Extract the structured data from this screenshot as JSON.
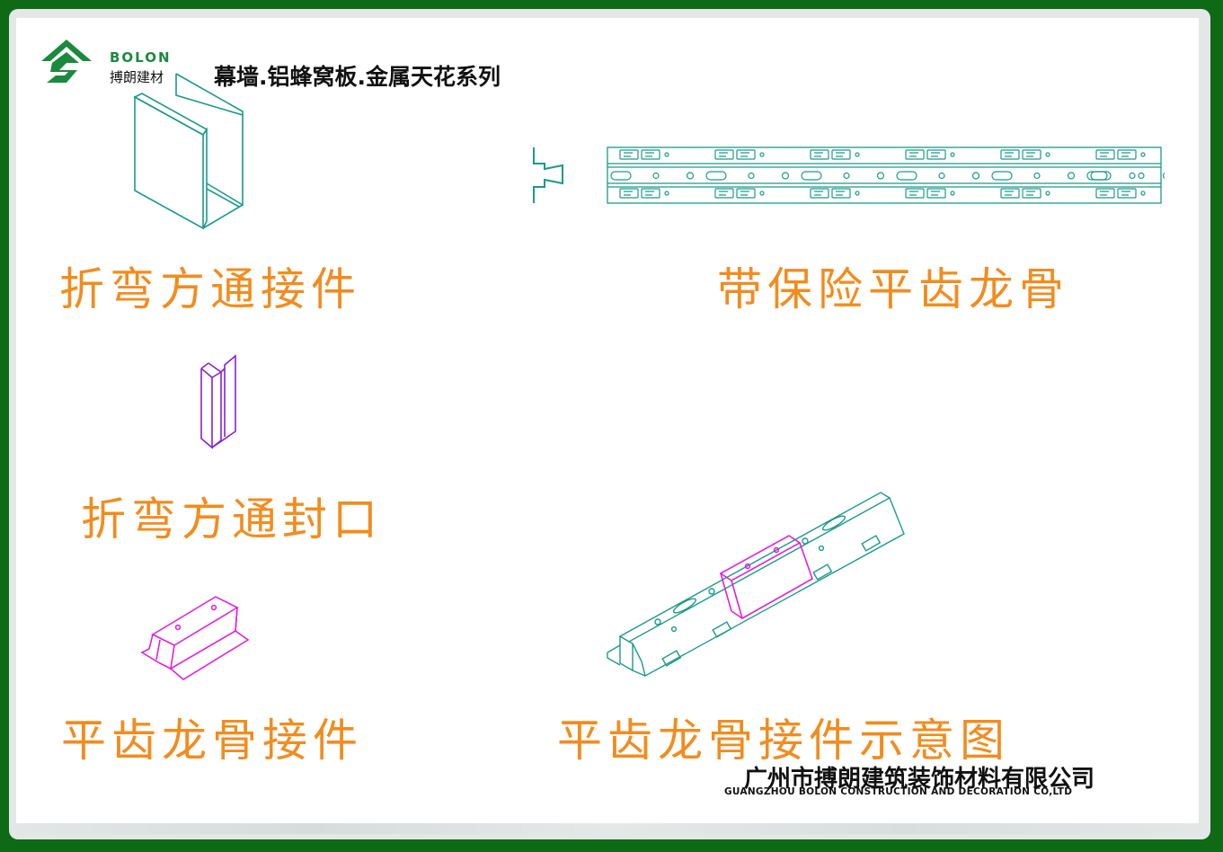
{
  "header": {
    "brand_latin": "BOLON",
    "brand_cn": "搏朗建材",
    "series_title": "幕墙.铝蜂窝板.金属天花系列"
  },
  "labels": {
    "bent_tube_connector": "折弯方通接件",
    "flat_keel_with_insurance": "带保险平齿龙骨",
    "bent_tube_cap": "折弯方通封口",
    "flat_keel_connector": "平齿龙骨接件",
    "flat_keel_connector_diagram": "平齿龙骨接件示意图"
  },
  "footer": {
    "company_cn": "广州市搏朗建筑装饰材料有限公司",
    "company_en": "GUANGZHOU BOLON CONSTRUCTION AND DECORATION CO,LTD"
  },
  "colors": {
    "border_green": "#0e6a14",
    "drawing_teal": "#1a9a8a",
    "accent_magenta": "#e020e0",
    "accent_purple": "#8a20d0",
    "label_orange": "#f28c1e"
  }
}
